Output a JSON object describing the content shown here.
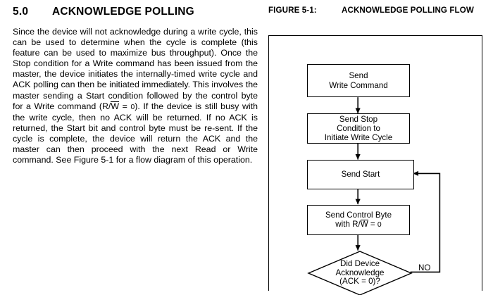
{
  "section": {
    "number": "5.0",
    "title": "ACKNOWLEDGE POLLING",
    "paragraph_part1": "Since the device will not acknowledge during a write cycle, this can be used to determine when the cycle is complete (this feature can be used to maximize bus throughput). Once the Stop condition for a Write command has been issued from the master, the device initiates the internally-timed write cycle and ACK polling can then be initiated immediately. This involves the master sending a Start condition followed by the control byte for a Write command (R/",
    "overline_w": "W",
    "equals": " = ",
    "zero": "0",
    "paragraph_part2": "). If the device is still busy with the write cycle, then no ACK will be returned. If no ACK is returned, the Start bit and control byte must be re-sent. If the cycle is complete, the device will return the ACK and the master can then proceed with the next Read or Write command. See Figure 5-1 for a flow diagram of this operation."
  },
  "figure": {
    "label": "FIGURE 5-1:",
    "title": "ACKNOWLEDGE POLLING FLOW",
    "nodes": [
      {
        "id": "send-write-command",
        "line1": "Send",
        "line2": "Write Command"
      },
      {
        "id": "send-stop-condition",
        "line1": "Send Stop",
        "line2": "Condition to",
        "line3": "Initiate Write Cycle"
      },
      {
        "id": "send-start",
        "line1": "Send Start"
      },
      {
        "id": "send-control-byte",
        "line1": "Send Control Byte",
        "line2_prefix": "with R/",
        "line2_overline": "W",
        "line2_suffix": " = ",
        "line2_zero": "0"
      },
      {
        "id": "did-device-acknowledge",
        "line1": "Did Device",
        "line2": "Acknowledge",
        "line3": "(ACK = 0)?"
      }
    ],
    "edge_labels": {
      "no": "NO"
    }
  },
  "colors": {
    "ink": "#000000",
    "page": "#ffffff"
  }
}
